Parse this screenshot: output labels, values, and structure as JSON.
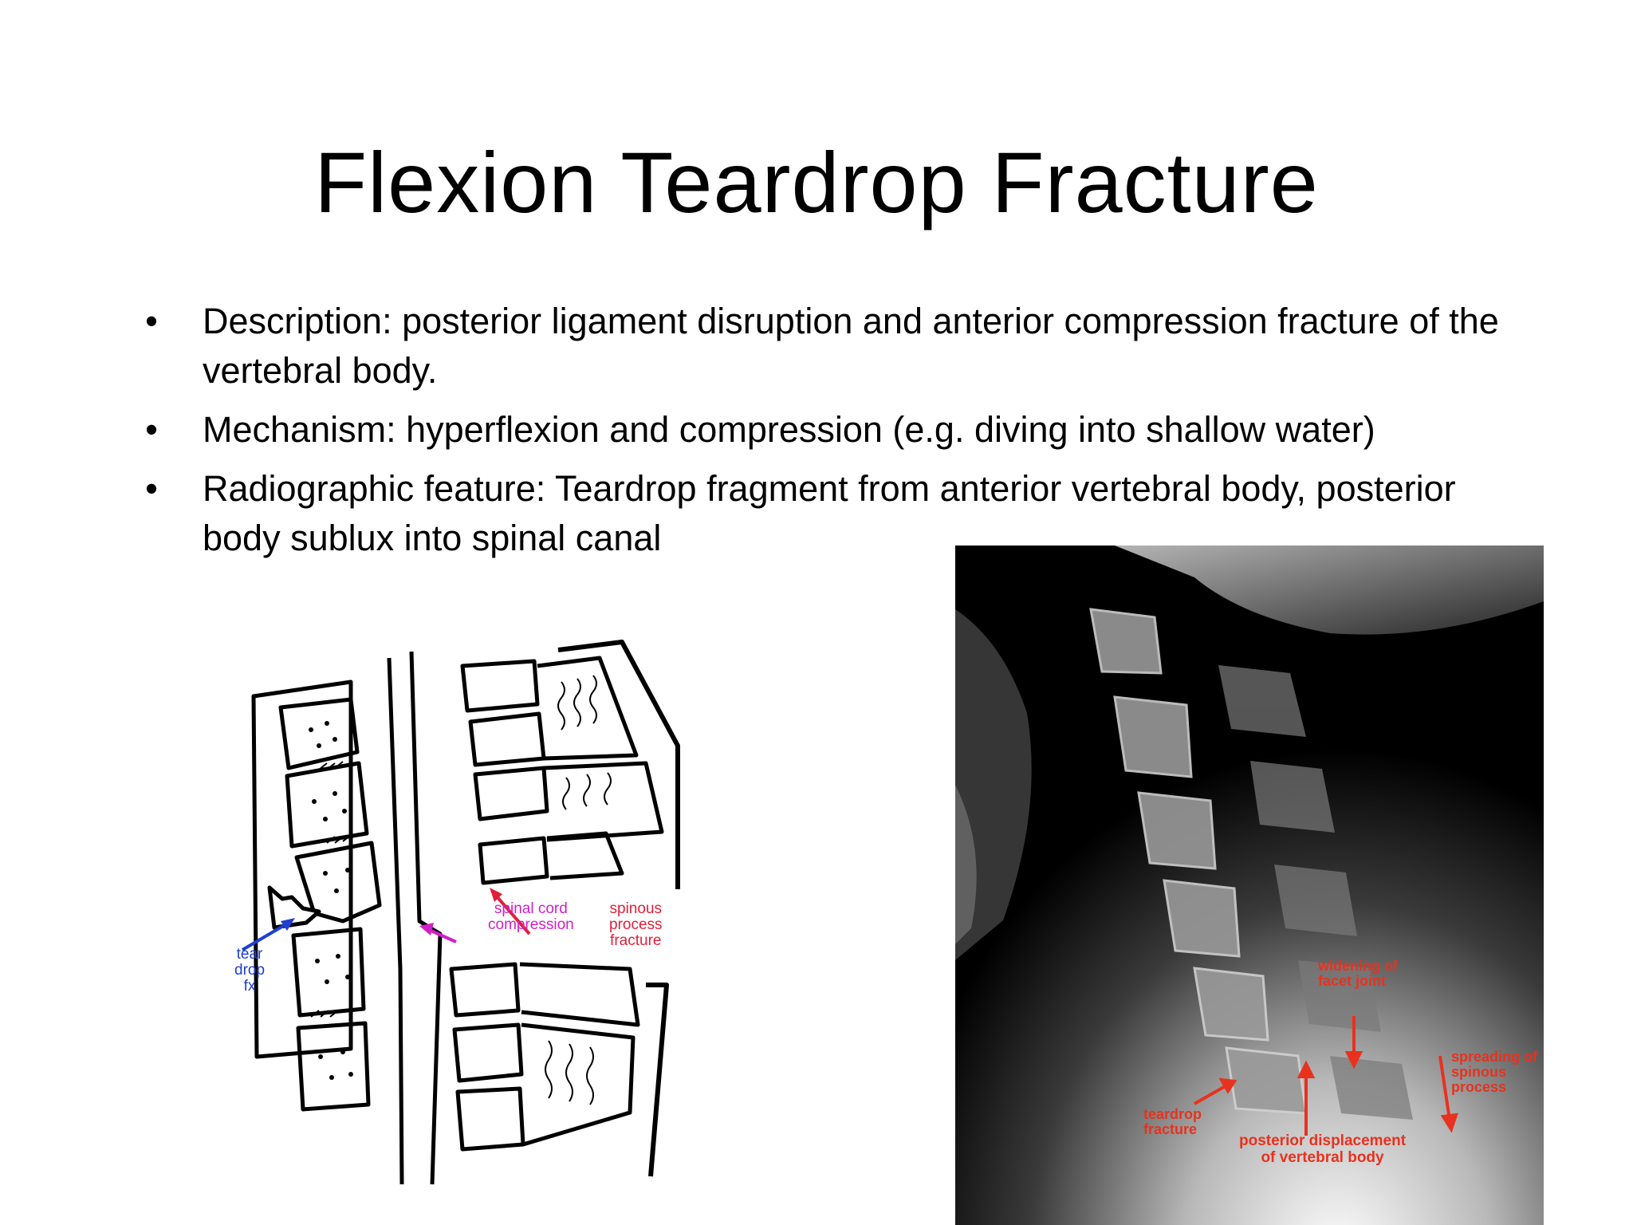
{
  "slide": {
    "title": "Flexion Teardrop Fracture",
    "bullets": [
      {
        "marker": "•",
        "text": "Description:  posterior ligament disruption and anterior compression fracture of the vertebral body."
      },
      {
        "marker": "•",
        "text": "Mechanism: hyperflexion and compression (e.g. diving into shallow water)"
      },
      {
        "marker": "•",
        "text": "Radiographic feature:  Teardrop fragment from anterior vertebral body, posterior body sublux into spinal canal"
      }
    ]
  },
  "diagram": {
    "labels": {
      "teardrop_line1": "tear",
      "teardrop_line2": "drop",
      "teardrop_line3": "fx",
      "cord_line1": "spinal cord",
      "cord_line2": "compression",
      "spinous_line1": "spinous",
      "spinous_line2": "process",
      "spinous_line3": "fracture"
    },
    "colors": {
      "teardrop": "#1f3fd0",
      "cord": "#d020c8",
      "spinous": "#e0203a"
    }
  },
  "xray": {
    "labels": {
      "widening_line1": "widening of",
      "widening_line2": "facet joint",
      "spreading_line1": "spreading of",
      "spreading_line2": "spinous",
      "spreading_line3": "process",
      "teardrop_line1": "teardrop",
      "teardrop_line2": "fracture",
      "posterior_line1": "posterior displacement",
      "posterior_line2": "of vertebral body"
    },
    "colors": {
      "annotation": "#e8321e",
      "background": "#000000"
    }
  }
}
